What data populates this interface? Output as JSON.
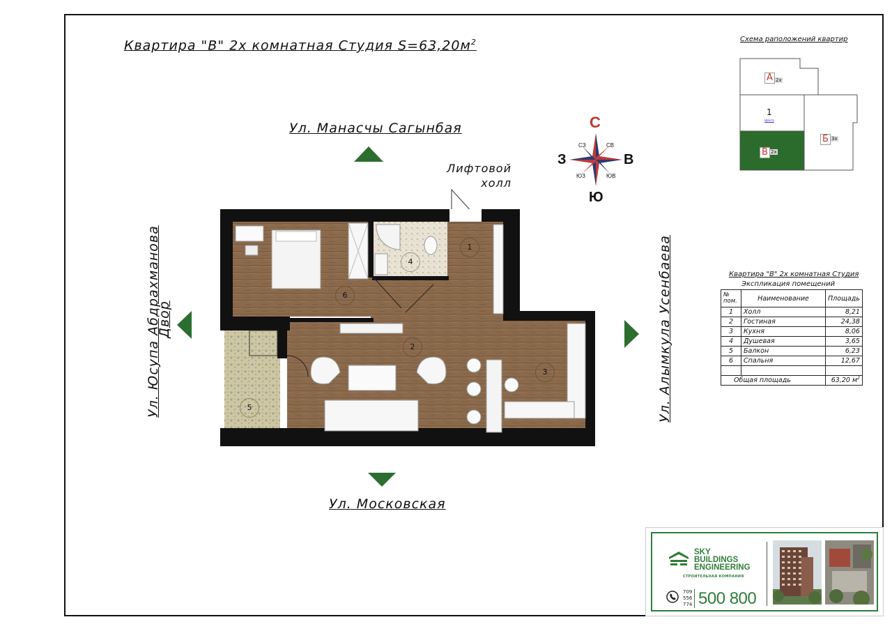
{
  "title": {
    "main": "Квартира \"В\" 2х комнатная Студия   S=63,20м",
    "sup": "2"
  },
  "streets": {
    "north": "Ул. Манасчы Сагынбая",
    "south": "Ул. Московская",
    "west": "Ул. Юсупа Абдрахманова",
    "west_sub": "Двор",
    "east": "Ул. Алымкула Усенбаева"
  },
  "lift_hall": {
    "line1": "Лифтовой",
    "line2": "холл"
  },
  "compass": {
    "n": "С",
    "s": "Ю",
    "w": "З",
    "e": "В",
    "nw": "СЗ",
    "ne": "СВ",
    "sw": "ЮЗ",
    "se": "ЮВ",
    "n_color": "#c0392b"
  },
  "room_numbers": [
    "1",
    "2",
    "3",
    "4",
    "5",
    "6"
  ],
  "schema": {
    "title": "Схема раположений квартир",
    "apt_a": "А",
    "apt_a_tag": "2х",
    "apt_b": "Б",
    "apt_b_tag": "3х",
    "apt_v": "В",
    "apt_v_tag": "2х",
    "hall_num": "1",
    "hall_caption": "Шахта",
    "highlight_color": "#2b6b2b"
  },
  "explication": {
    "title": "Квартира \"В\" 2х комнатная Студия",
    "subtitle": "Экспликация помещений",
    "headers": [
      "№ пом.",
      "Наименование",
      "Площадь"
    ],
    "rows": [
      {
        "n": "1",
        "name": "Холл",
        "area": "8,21"
      },
      {
        "n": "2",
        "name": "Гостиная",
        "area": "24,38"
      },
      {
        "n": "3",
        "name": "Кухня",
        "area": "8,06"
      },
      {
        "n": "4",
        "name": "Душевая",
        "area": "3,65"
      },
      {
        "n": "5",
        "name": "Балкон",
        "area": "6,23"
      },
      {
        "n": "6",
        "name": "Спальня",
        "area": "12,67"
      }
    ],
    "total_label": "Общая площадь",
    "total_value": "63,20 м",
    "total_sup": "2"
  },
  "banner": {
    "brand_line1": "SKY",
    "brand_line2": "BUILDINGS",
    "brand_line3": "ENGINEERING",
    "tagline": "СТРОИТЕЛЬНАЯ КОМПАНИЯ",
    "phone_prefix": [
      "709",
      "556",
      "774"
    ],
    "phone": "500 800",
    "accent": "#2f7d3a"
  },
  "icons": [
    "phone-icon",
    "logo-icon",
    "arrow-north-icon",
    "arrow-south-icon",
    "arrow-west-icon",
    "arrow-east-icon",
    "compass-rose-icon"
  ]
}
